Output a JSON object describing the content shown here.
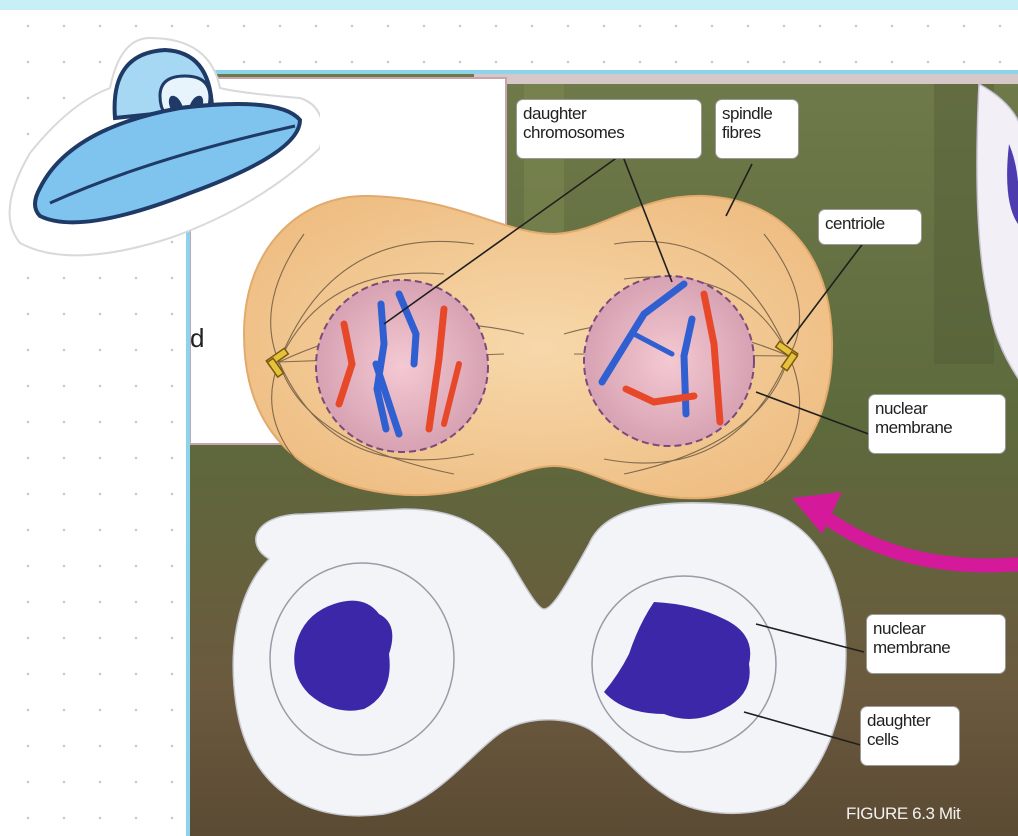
{
  "labels": {
    "daughter_chromosomes": {
      "line1": "daughter",
      "line2": "chromosomes"
    },
    "spindle_fibres": {
      "line1": "spindle",
      "line2": "fibres"
    },
    "centriole": "centriole",
    "nuclear_membrane_top": {
      "line1": "nuclear",
      "line2": "membrane"
    },
    "nuclear_membrane_bottom": {
      "line1": "nuclear",
      "line2": "membrane"
    },
    "daughter_cells": {
      "line1": "daughter",
      "line2": "cells"
    }
  },
  "caption": "FIGURE 6.3 Mit",
  "partial_text": "d",
  "icons": [
    "ufo-alien-sticker-icon",
    "curved-arrow-icon"
  ],
  "colors": {
    "top_strip": "#c8eef8",
    "panel_border": "#8ed3ec",
    "chromosome_red": "#e8482a",
    "chromosome_blue": "#2f5fd0",
    "stained_nucleus": "#3b27a8",
    "arrow_magenta": "#d41a9a",
    "cell_body": "#f3cc96"
  }
}
